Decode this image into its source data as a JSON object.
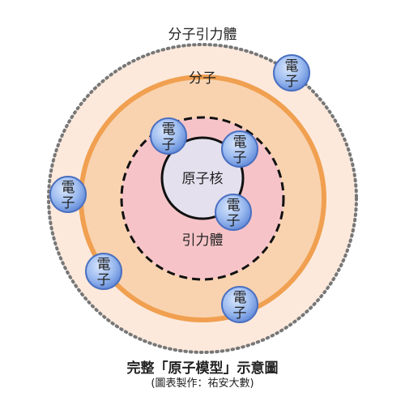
{
  "labels": {
    "outer_force": "分子引力體",
    "molecule": "分子",
    "inner_force": "引力體",
    "nucleus": "原子核",
    "electron": "電\n子"
  },
  "caption": {
    "title": "完整「原子模型」示意圖",
    "credit": "(圖表製作：祐安大數)"
  },
  "colors": {
    "outer_fill": "#fce9dc",
    "outer_dots": "#777777",
    "orange_ring": "#f0a050",
    "orange_fill": "#f9d3b0",
    "inner_fill": "#f6c4c8",
    "inner_dash": "#111111",
    "nucleus_fill": "#e4e0ee",
    "electron_fill": "#8fb3ee",
    "electron_stroke": "#4a6fc0"
  }
}
